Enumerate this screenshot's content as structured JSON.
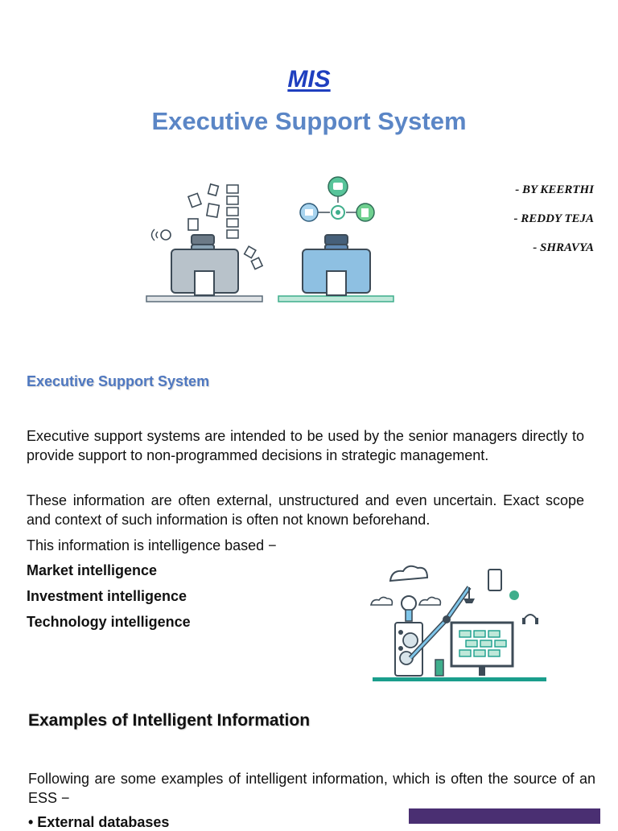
{
  "header": {
    "title_short": "MIS",
    "title_full": "Executive Support System"
  },
  "authors": [
    "- BY  KEERTHI",
    "- REDDY TEJA",
    "- SHRAVYA"
  ],
  "section": {
    "heading": "Executive Support System",
    "paragraphs": [
      "Executive support systems are intended to be used by the senior managers directly to provide support to non-programmed decisions in strategic management.",
      "These information are often external, unstructured and even uncertain. Exact scope and context of such information is often not known beforehand.",
      "This information is intelligence based −"
    ],
    "intelligence_items": [
      "Market intelligence",
      "Investment intelligence",
      "Technology intelligence"
    ]
  },
  "examples": {
    "heading": "Examples of Intelligent Information",
    "intro": "Following are some examples of intelligent information, which is often the source of an ESS −",
    "bullets": [
      "• External databases"
    ]
  },
  "colors": {
    "title_short": "#1f3fbf",
    "title_full": "#5b86c6",
    "section_heading": "#4f78c0",
    "illustration_teal": "#1a9e8c",
    "illustration_blue": "#7fb3d9",
    "accent_bar": "#4a2f72"
  },
  "icons": [
    "workstation-illustration",
    "tech-illustration"
  ]
}
